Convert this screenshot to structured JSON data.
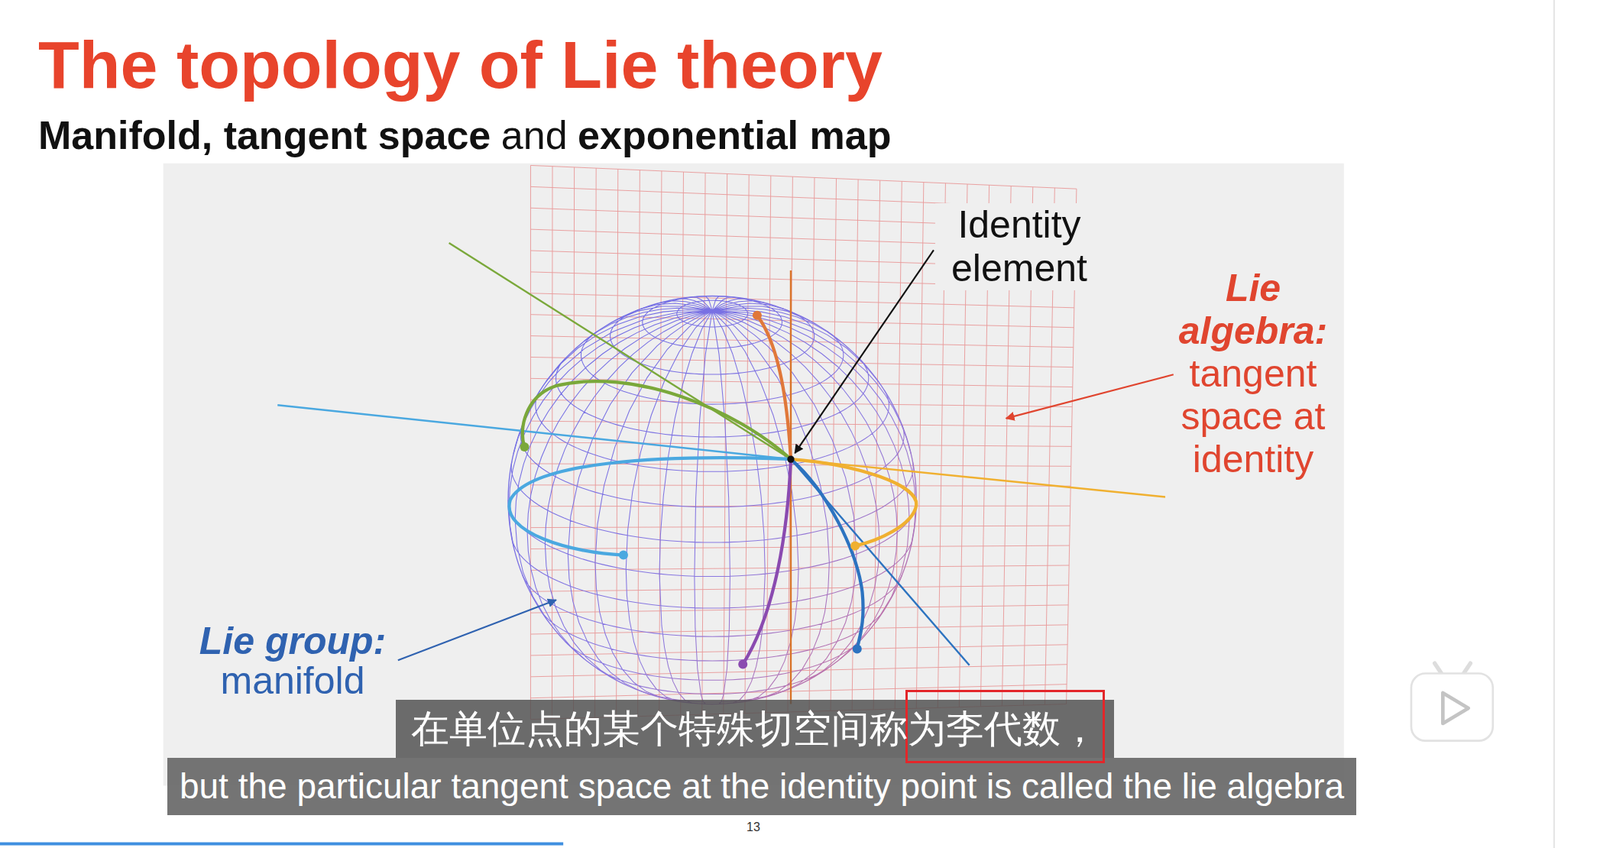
{
  "diagram": {
    "title": "The topology of Lie theory",
    "nodes": [
      {
        "text": [
          "在单位点的某个特殊切空间称为李代数，"
        ]
      },
      {
        "text": [
          "but the particular tangent space at the identity point is called the lie algebra"
        ]
      }
    ],
    "labels": [
      "Manifold, tangent space",
      "and",
      "exponential map",
      "Identity element",
      "Lie algebra:",
      "tangent space at identity",
      "Lie group:",
      "manifold",
      "13"
    ]
  }
}
